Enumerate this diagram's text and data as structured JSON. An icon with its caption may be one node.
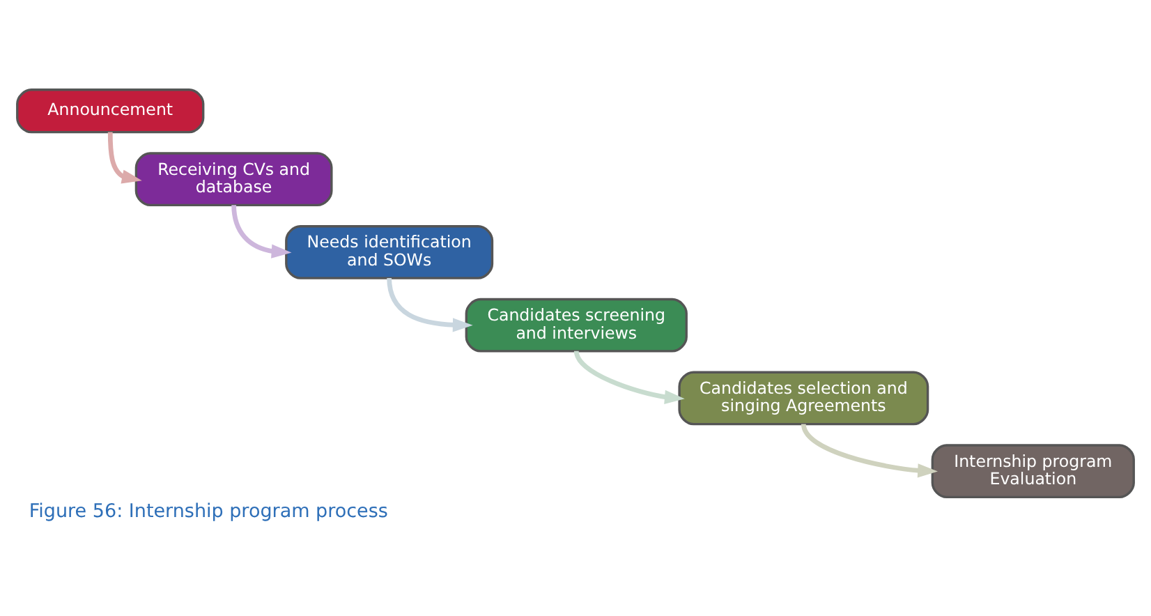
{
  "diagram": {
    "caption": "Figure 56: Internship program process",
    "nodes": [
      {
        "text": [
          "Announcement"
        ]
      },
      {
        "text": [
          "Receiving CVs and database"
        ]
      },
      {
        "text": [
          "Needs identification and SOWs"
        ]
      },
      {
        "text": [
          "Candidates screening and interviews"
        ]
      },
      {
        "text": [
          "Candidates selection and singing Agreements"
        ]
      },
      {
        "text": [
          "Internship program Evaluation"
        ]
      }
    ],
    "edges": [
      {
        "from": 0,
        "to": 1,
        "arrow": "to",
        "color": "#dcaaaa"
      },
      {
        "from": 1,
        "to": 2,
        "arrow": "to",
        "color": "#cdb6dc"
      },
      {
        "from": 2,
        "to": 3,
        "arrow": "to",
        "color": "#c9d6df"
      },
      {
        "from": 3,
        "to": 4,
        "arrow": "to",
        "color": "#c8dccf"
      },
      {
        "from": 4,
        "to": 5,
        "arrow": "to",
        "color": "#cfd2be"
      }
    ]
  }
}
